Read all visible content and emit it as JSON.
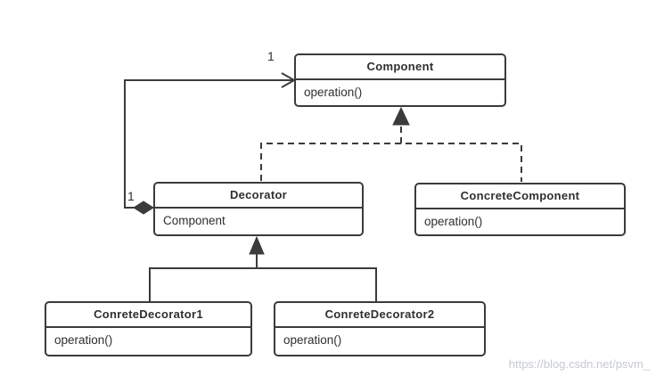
{
  "diagram": {
    "classes": [
      {
        "name": "Component",
        "member": "operation()"
      },
      {
        "name": "Decorator",
        "member": "Component"
      },
      {
        "name": "ConcreteComponent",
        "member": "operation()"
      },
      {
        "name": "ConreteDecorator1",
        "member": "operation()"
      },
      {
        "name": "ConreteDecorator2",
        "member": "operation()"
      }
    ],
    "multiplicity_labels": {
      "component_end": "1",
      "decorator_end": "1"
    },
    "watermark": "https://blog.csdn.net/psvm_",
    "colors": {
      "line": "#3b3b3b",
      "text": "#2f2f2f",
      "watermark": "#c6c9d2",
      "background": "#ffffff"
    }
  }
}
